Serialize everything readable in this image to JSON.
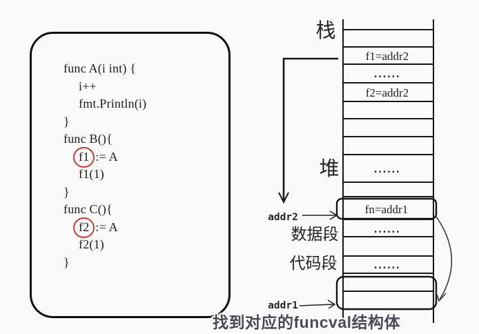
{
  "code_panel": {
    "lines": [
      {
        "text": "func A(i int) {"
      },
      {
        "text": "i++"
      },
      {
        "text": "fmt.Println(i)"
      },
      {
        "text": "}"
      },
      {
        "text": "func B(){"
      },
      {
        "token": "f1",
        "rest": ":= A"
      },
      {
        "text": "f1(1)"
      },
      {
        "text": "}"
      },
      {
        "text": "func C(){"
      },
      {
        "token": "f2",
        "rest": ":= A"
      },
      {
        "text": "f2(1)"
      },
      {
        "text": "}"
      }
    ],
    "circle_color": "#c93a34"
  },
  "memory": {
    "labels": {
      "stack": "栈",
      "heap": "堆",
      "data_segment": "数据段",
      "code_segment": "代码段",
      "addr2": "addr2",
      "addr1": "addr1"
    },
    "cells": {
      "f1": "f1=addr2",
      "f2": "f2=addr2",
      "fn": "fn=addr1"
    },
    "dots": "......"
  },
  "subtitle": "找到对应的funcval结构体",
  "colors": {
    "line": "#161616",
    "highlight_circle": "#c93a34",
    "subtitle_text": "#4a4a56",
    "background": "#fafafa"
  }
}
